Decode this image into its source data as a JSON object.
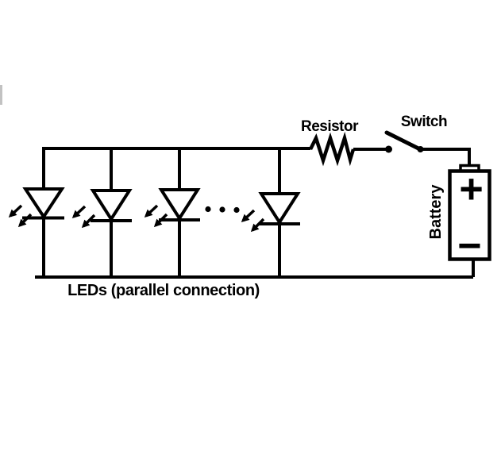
{
  "diagram": {
    "type": "circuit schematic",
    "labels": {
      "resistor": "Resistor",
      "switch": "Switch",
      "battery": "Battery",
      "leds_caption": "LEDs (parallel connection)"
    },
    "battery_terminals": {
      "positive": "+",
      "negative": "−"
    },
    "led_branches_shown": 4,
    "continuation_dots": "• • •",
    "colors": {
      "ink": "#000000",
      "background": "#ffffff"
    }
  }
}
